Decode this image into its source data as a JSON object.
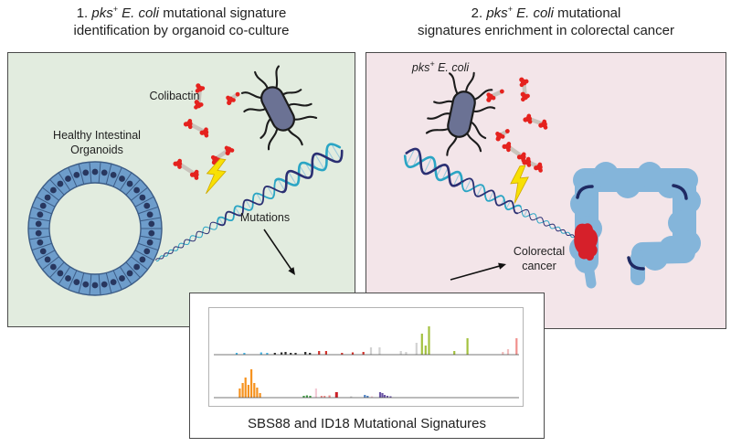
{
  "titles": {
    "left": {
      "num": "1.",
      "gene": "pks",
      "sup": "+",
      "species": "E. coli",
      "line1_rest": "mutational signature",
      "line2": "identification by organoid co-culture"
    },
    "right": {
      "num": "2.",
      "gene": "pks",
      "sup": "+",
      "species": "E. coli",
      "line1_rest": "mutational",
      "line2": "signatures enrichment in colorectal cancer"
    }
  },
  "left_panel": {
    "colibactin_label": "Colibactin",
    "organoid_label_line1": "Healthy Intestinal",
    "organoid_label_line2": "Organoids",
    "mutations_label": "Mutations"
  },
  "right_panel": {
    "ecoli": {
      "gene": "pks",
      "sup": "+",
      "species": "E. coli"
    },
    "cancer_label_line1": "Colorectal",
    "cancer_label_line2": "cancer"
  },
  "signature_box": {
    "caption": "SBS88 and ID18 Mutational Signatures"
  },
  "colors": {
    "left_bg": "#e2ecdf",
    "right_bg": "#f3e5e9",
    "border": "#4a4a4a",
    "bacterium_body": "#6b7294",
    "bacterium_outline": "#1c1c1c",
    "molecule_red": "#e5221e",
    "molecule_link": "#c9c3bc",
    "bolt_yellow": "#f8e004",
    "bolt_edge": "#cfa900",
    "organoid_cell": "#6e9dcb",
    "organoid_edge": "#3c5c86",
    "organoid_nucleus": "#28375f",
    "dna_teal": "#2aa5c4",
    "dna_navy": "#2b2f72",
    "dna_rung": "#9ecbdd",
    "colon_blue": "#84b5da",
    "colon_arc": "#1f2a63",
    "tumor_red": "#d6202a",
    "arrow": "#111111",
    "bar": {
      "blue": "#45b6e8",
      "black": "#2b2b2b",
      "red": "#d3322b",
      "grey": "#d2d2d2",
      "green": "#a3c13f",
      "pink": "#f2bdbd",
      "salmon": "#f0908d",
      "orange": "#f6921e",
      "dgreen": "#3f9b43",
      "lpink": "#f3cbd6",
      "red2": "#cc2027",
      "blue2": "#4a7fc4",
      "purple": "#6b54a5"
    }
  },
  "chart_data": [
    {
      "type": "bar",
      "name": "SBS88",
      "title": "SBS88 mutational signature profile",
      "xlabel": "",
      "ylabel": "",
      "legend": false,
      "bars": [
        [
          0.075,
          2,
          "blue"
        ],
        [
          0.1,
          2,
          "blue"
        ],
        [
          0.155,
          2.5,
          "blue"
        ],
        [
          0.175,
          2,
          "blue"
        ],
        [
          0.2,
          2,
          "black"
        ],
        [
          0.222,
          2.5,
          "black"
        ],
        [
          0.235,
          3,
          "black"
        ],
        [
          0.252,
          2,
          "black"
        ],
        [
          0.268,
          2,
          "black"
        ],
        [
          0.3,
          3,
          "black"
        ],
        [
          0.315,
          2,
          "black"
        ],
        [
          0.345,
          4,
          "red"
        ],
        [
          0.368,
          4,
          "red"
        ],
        [
          0.42,
          2,
          "red"
        ],
        [
          0.455,
          2.5,
          "red"
        ],
        [
          0.49,
          3,
          "red"
        ],
        [
          0.515,
          8,
          "grey"
        ],
        [
          0.543,
          8,
          "grey"
        ],
        [
          0.613,
          4,
          "grey"
        ],
        [
          0.63,
          3,
          "grey"
        ],
        [
          0.664,
          13,
          "grey"
        ],
        [
          0.682,
          23,
          "green"
        ],
        [
          0.694,
          10,
          "green"
        ],
        [
          0.705,
          31,
          "green"
        ],
        [
          0.788,
          4,
          "green"
        ],
        [
          0.831,
          18,
          "green"
        ],
        [
          0.947,
          3,
          "pink"
        ],
        [
          0.964,
          6,
          "pink"
        ],
        [
          0.992,
          18,
          "salmon"
        ]
      ]
    },
    {
      "type": "bar",
      "name": "ID18",
      "title": "ID18 indel signature profile",
      "xlabel": "",
      "ylabel": "",
      "legend": false,
      "bars": [
        [
          0.085,
          10,
          "orange"
        ],
        [
          0.0945,
          16,
          "orange"
        ],
        [
          0.104,
          22,
          "orange"
        ],
        [
          0.1135,
          14,
          "orange"
        ],
        [
          0.123,
          31,
          "orange"
        ],
        [
          0.1325,
          16,
          "orange"
        ],
        [
          0.142,
          11,
          "orange"
        ],
        [
          0.1515,
          5,
          "orange"
        ],
        [
          0.295,
          2,
          "dgreen"
        ],
        [
          0.305,
          2.5,
          "dgreen"
        ],
        [
          0.316,
          2,
          "dgreen"
        ],
        [
          0.335,
          10,
          "lpink"
        ],
        [
          0.353,
          2,
          "salmon"
        ],
        [
          0.363,
          2,
          "salmon"
        ],
        [
          0.379,
          2.5,
          "salmon"
        ],
        [
          0.402,
          6,
          "red2",
          3
        ],
        [
          0.45,
          1.5,
          "grey"
        ],
        [
          0.495,
          3,
          "blue2"
        ],
        [
          0.504,
          2,
          "blue2"
        ],
        [
          0.518,
          1.5,
          "lpink"
        ],
        [
          0.545,
          6,
          "purple"
        ],
        [
          0.5525,
          5,
          "purple"
        ],
        [
          0.56,
          3,
          "purple"
        ],
        [
          0.569,
          2,
          "purple"
        ],
        [
          0.579,
          1.5,
          "purple"
        ]
      ]
    }
  ]
}
